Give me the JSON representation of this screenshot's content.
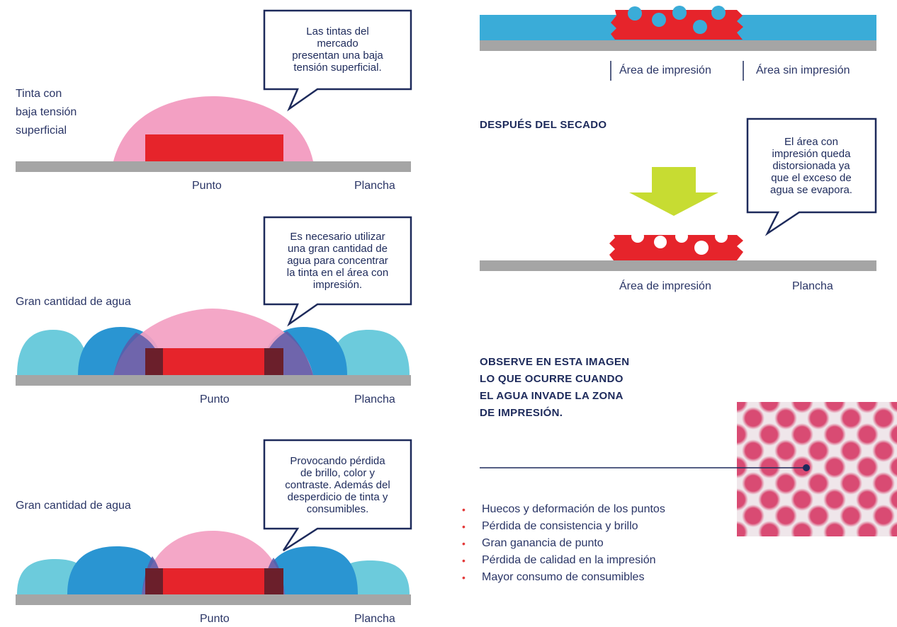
{
  "panel1": {
    "side_label": "Tinta con\nbaja tensión\nsuperficial",
    "callout": "Las tintas del\nmercado\npresentan una baja\ntensión superficial.",
    "label_dot": "Punto",
    "label_plate": "Plancha"
  },
  "panel2": {
    "side_label": "Gran cantidad de agua",
    "callout": "Es necesario utilizar\nuna gran cantidad de\nagua para concentrar\nla tinta en el área con\nimpresión.",
    "label_dot": "Punto",
    "label_plate": "Plancha"
  },
  "panel3": {
    "side_label": "Gran cantidad de agua",
    "callout": "Provocando pérdida\nde brillo, color y\ncontraste. Además del\ndesperdicio de tinta y\nconsumibles.",
    "label_dot": "Punto",
    "label_plate": "Plancha"
  },
  "top_right": {
    "label_print": "Área de impresión",
    "label_noprint": "Área sin impresión"
  },
  "drying": {
    "heading": "DESPUÉS DEL SECADO",
    "callout": "El área con\nimpresión queda\ndistorsionada ya\nque el exceso de\nagua se evapora.",
    "label_print": "Área de impresión",
    "label_plate": "Plancha"
  },
  "observe": {
    "heading": "OBSERVE EN ESTA IMAGEN\nLO QUE OCURRE CUANDO\nEL AGUA INVADE LA ZONA\nDE IMPRESIÓN."
  },
  "bullets": [
    "Huecos y deformación de los puntos",
    "Pérdida de consistencia y brillo",
    "Gran ganancia de punto",
    "Pérdida de calidad en la impresión",
    "Mayor consumo de consumibles"
  ],
  "colors": {
    "ink_drop": "#f3a0c3",
    "ink_dot": "#e6242b",
    "water_light": "#6ccbdc",
    "water_dark": "#2a95d2",
    "plate": "#a5a5a5",
    "arrow": "#c7dc32",
    "navy": "#1d2a5b"
  }
}
